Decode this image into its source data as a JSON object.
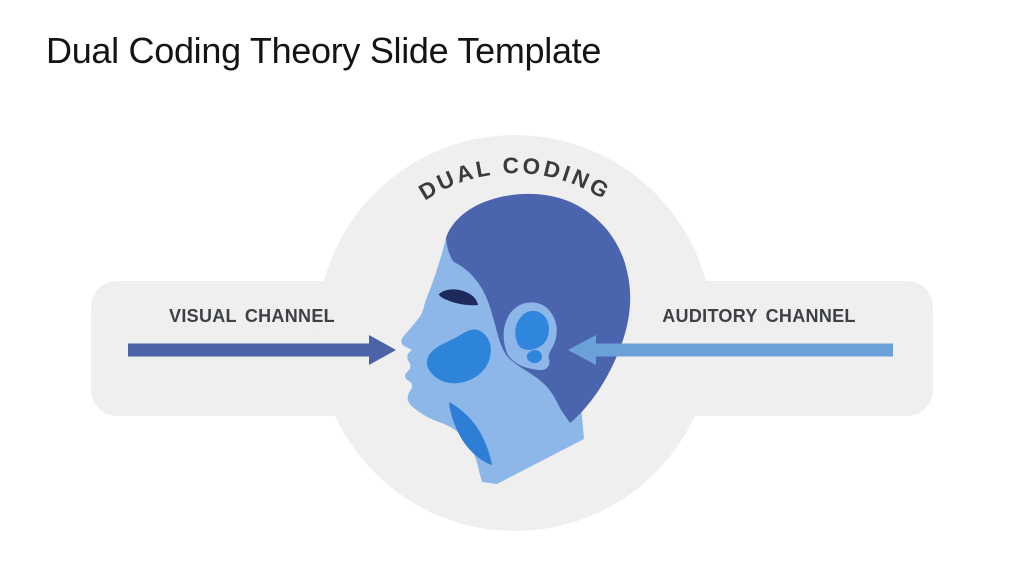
{
  "slide": {
    "title": "Dual Coding Theory Slide Template",
    "background": "#ffffff"
  },
  "diagram": {
    "arc_label": "DUAL CODING",
    "illustration": "male-head-profile-facing-left",
    "channels": [
      {
        "label": "VISUAL CHANNEL",
        "direction": "right",
        "side": "left"
      },
      {
        "label": "AUDITORY CHANNEL",
        "direction": "left",
        "side": "right"
      }
    ],
    "colors": {
      "panel_gray": "#efeff0",
      "visual_arrow": "#4a63a9",
      "auditory_arrow": "#6ba1d9",
      "hair": "#4b64ae",
      "face": "#8db7e8",
      "accent": "#2e84d9",
      "inner_ear": "#2f86dc",
      "neck_shadow": "#2d7ed4",
      "eyebrow": "#1d2a5b",
      "label_text": "#3d4045",
      "arc_text": "#3b3b3d",
      "title_text": "#141414"
    }
  }
}
